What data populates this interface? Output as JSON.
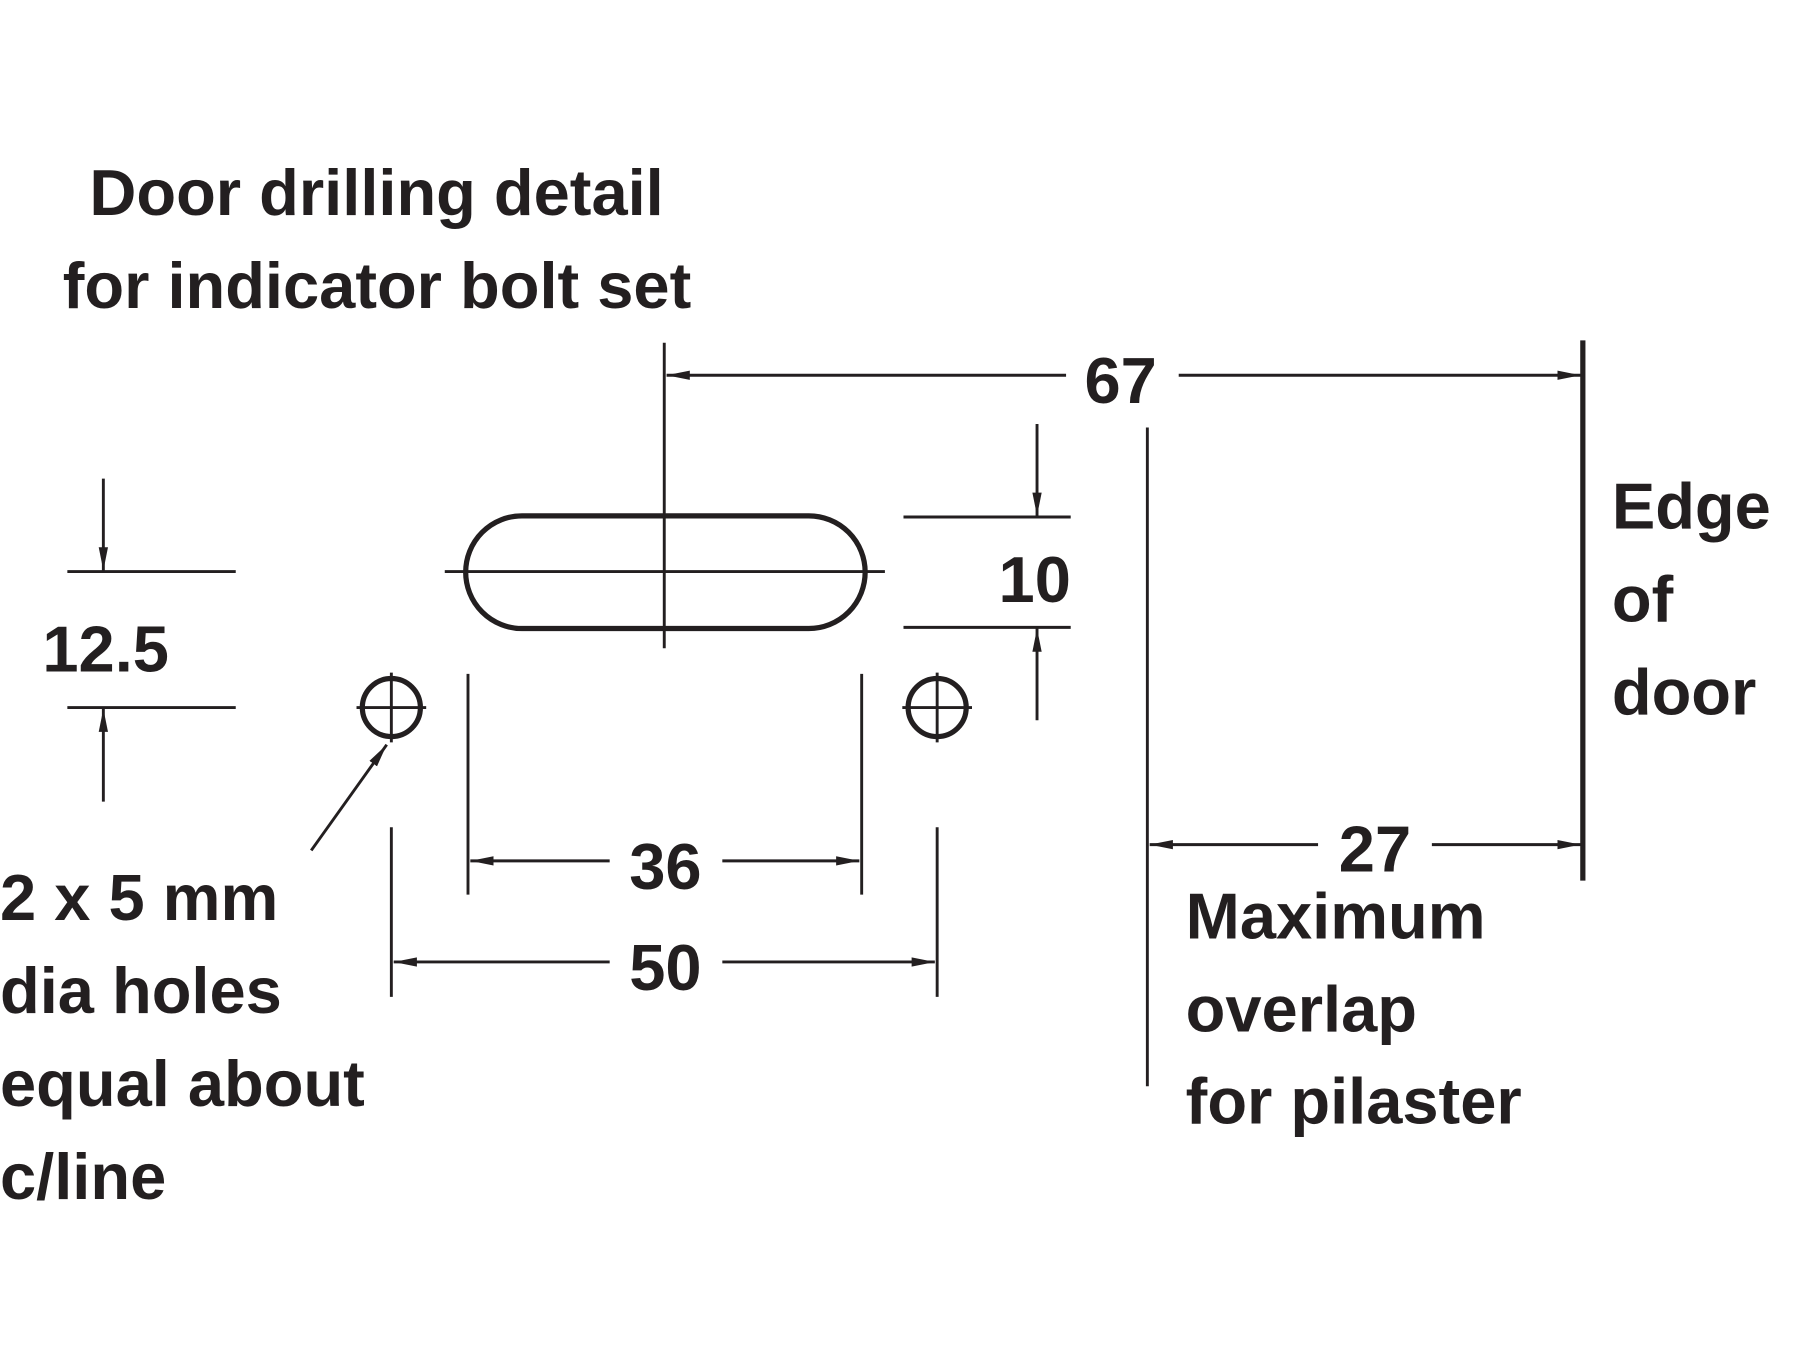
{
  "title": {
    "line1": "Door drilling detail",
    "line2": "for indicator bolt set"
  },
  "dimensions": {
    "d67": "67",
    "d10": "10",
    "d12_5": "12.5",
    "d36": "36",
    "d50": "50",
    "d27": "27"
  },
  "edge_label": {
    "line1": "Edge",
    "line2": "of",
    "line3": "door"
  },
  "overlap_label": {
    "line1": "Maximum",
    "line2": "overlap",
    "line3": "for pilaster"
  },
  "holes_label": {
    "line1": "2 x 5 mm",
    "line2": "dia holes",
    "line3": "equal about",
    "line4": "c/line"
  },
  "colors": {
    "ink": "#231f20",
    "background": "#ffffff"
  }
}
